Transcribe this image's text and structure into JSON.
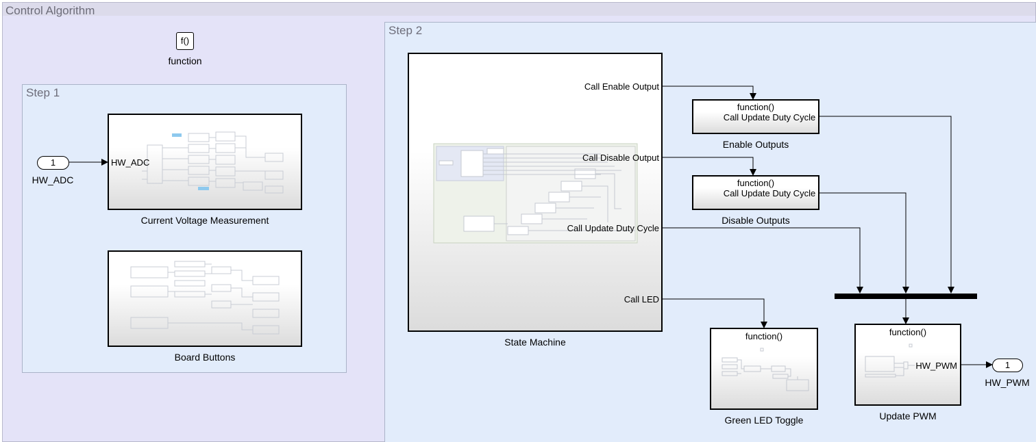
{
  "model": {
    "subsystem_title": "Control Algorithm",
    "function_icon_text": "f()",
    "function_label": "function"
  },
  "step1": {
    "title": "Step 1",
    "inport": {
      "number": "1",
      "name": "HW_ADC"
    },
    "current_voltage_block": {
      "name": "Current Voltage Measurement",
      "input_port": "HW_ADC"
    },
    "board_buttons_block": {
      "name": "Board Buttons"
    }
  },
  "step2": {
    "title": "Step 2",
    "state_machine": {
      "name": "State Machine",
      "outputs": [
        "Call Enable Output",
        "Call Disable Output",
        "Call Update Duty Cycle",
        "Call LED"
      ]
    },
    "enable_outputs": {
      "name": "Enable Outputs",
      "trigger": "function()",
      "content": "Call Update Duty Cycle"
    },
    "disable_outputs": {
      "name": "Disable Outputs",
      "trigger": "function()",
      "content": "Call Update Duty Cycle"
    },
    "green_led": {
      "name": "Green LED Toggle",
      "trigger": "function()"
    },
    "update_pwm": {
      "name": "Update PWM",
      "trigger": "function()",
      "output_port": "HW_PWM"
    },
    "outport": {
      "number": "1",
      "name": "HW_PWM"
    }
  },
  "colors": {
    "outer_area": "#e4e3f8",
    "step_area": "#e2ecfb",
    "block_border": "#000000",
    "highlight": "#8ec9ee"
  }
}
